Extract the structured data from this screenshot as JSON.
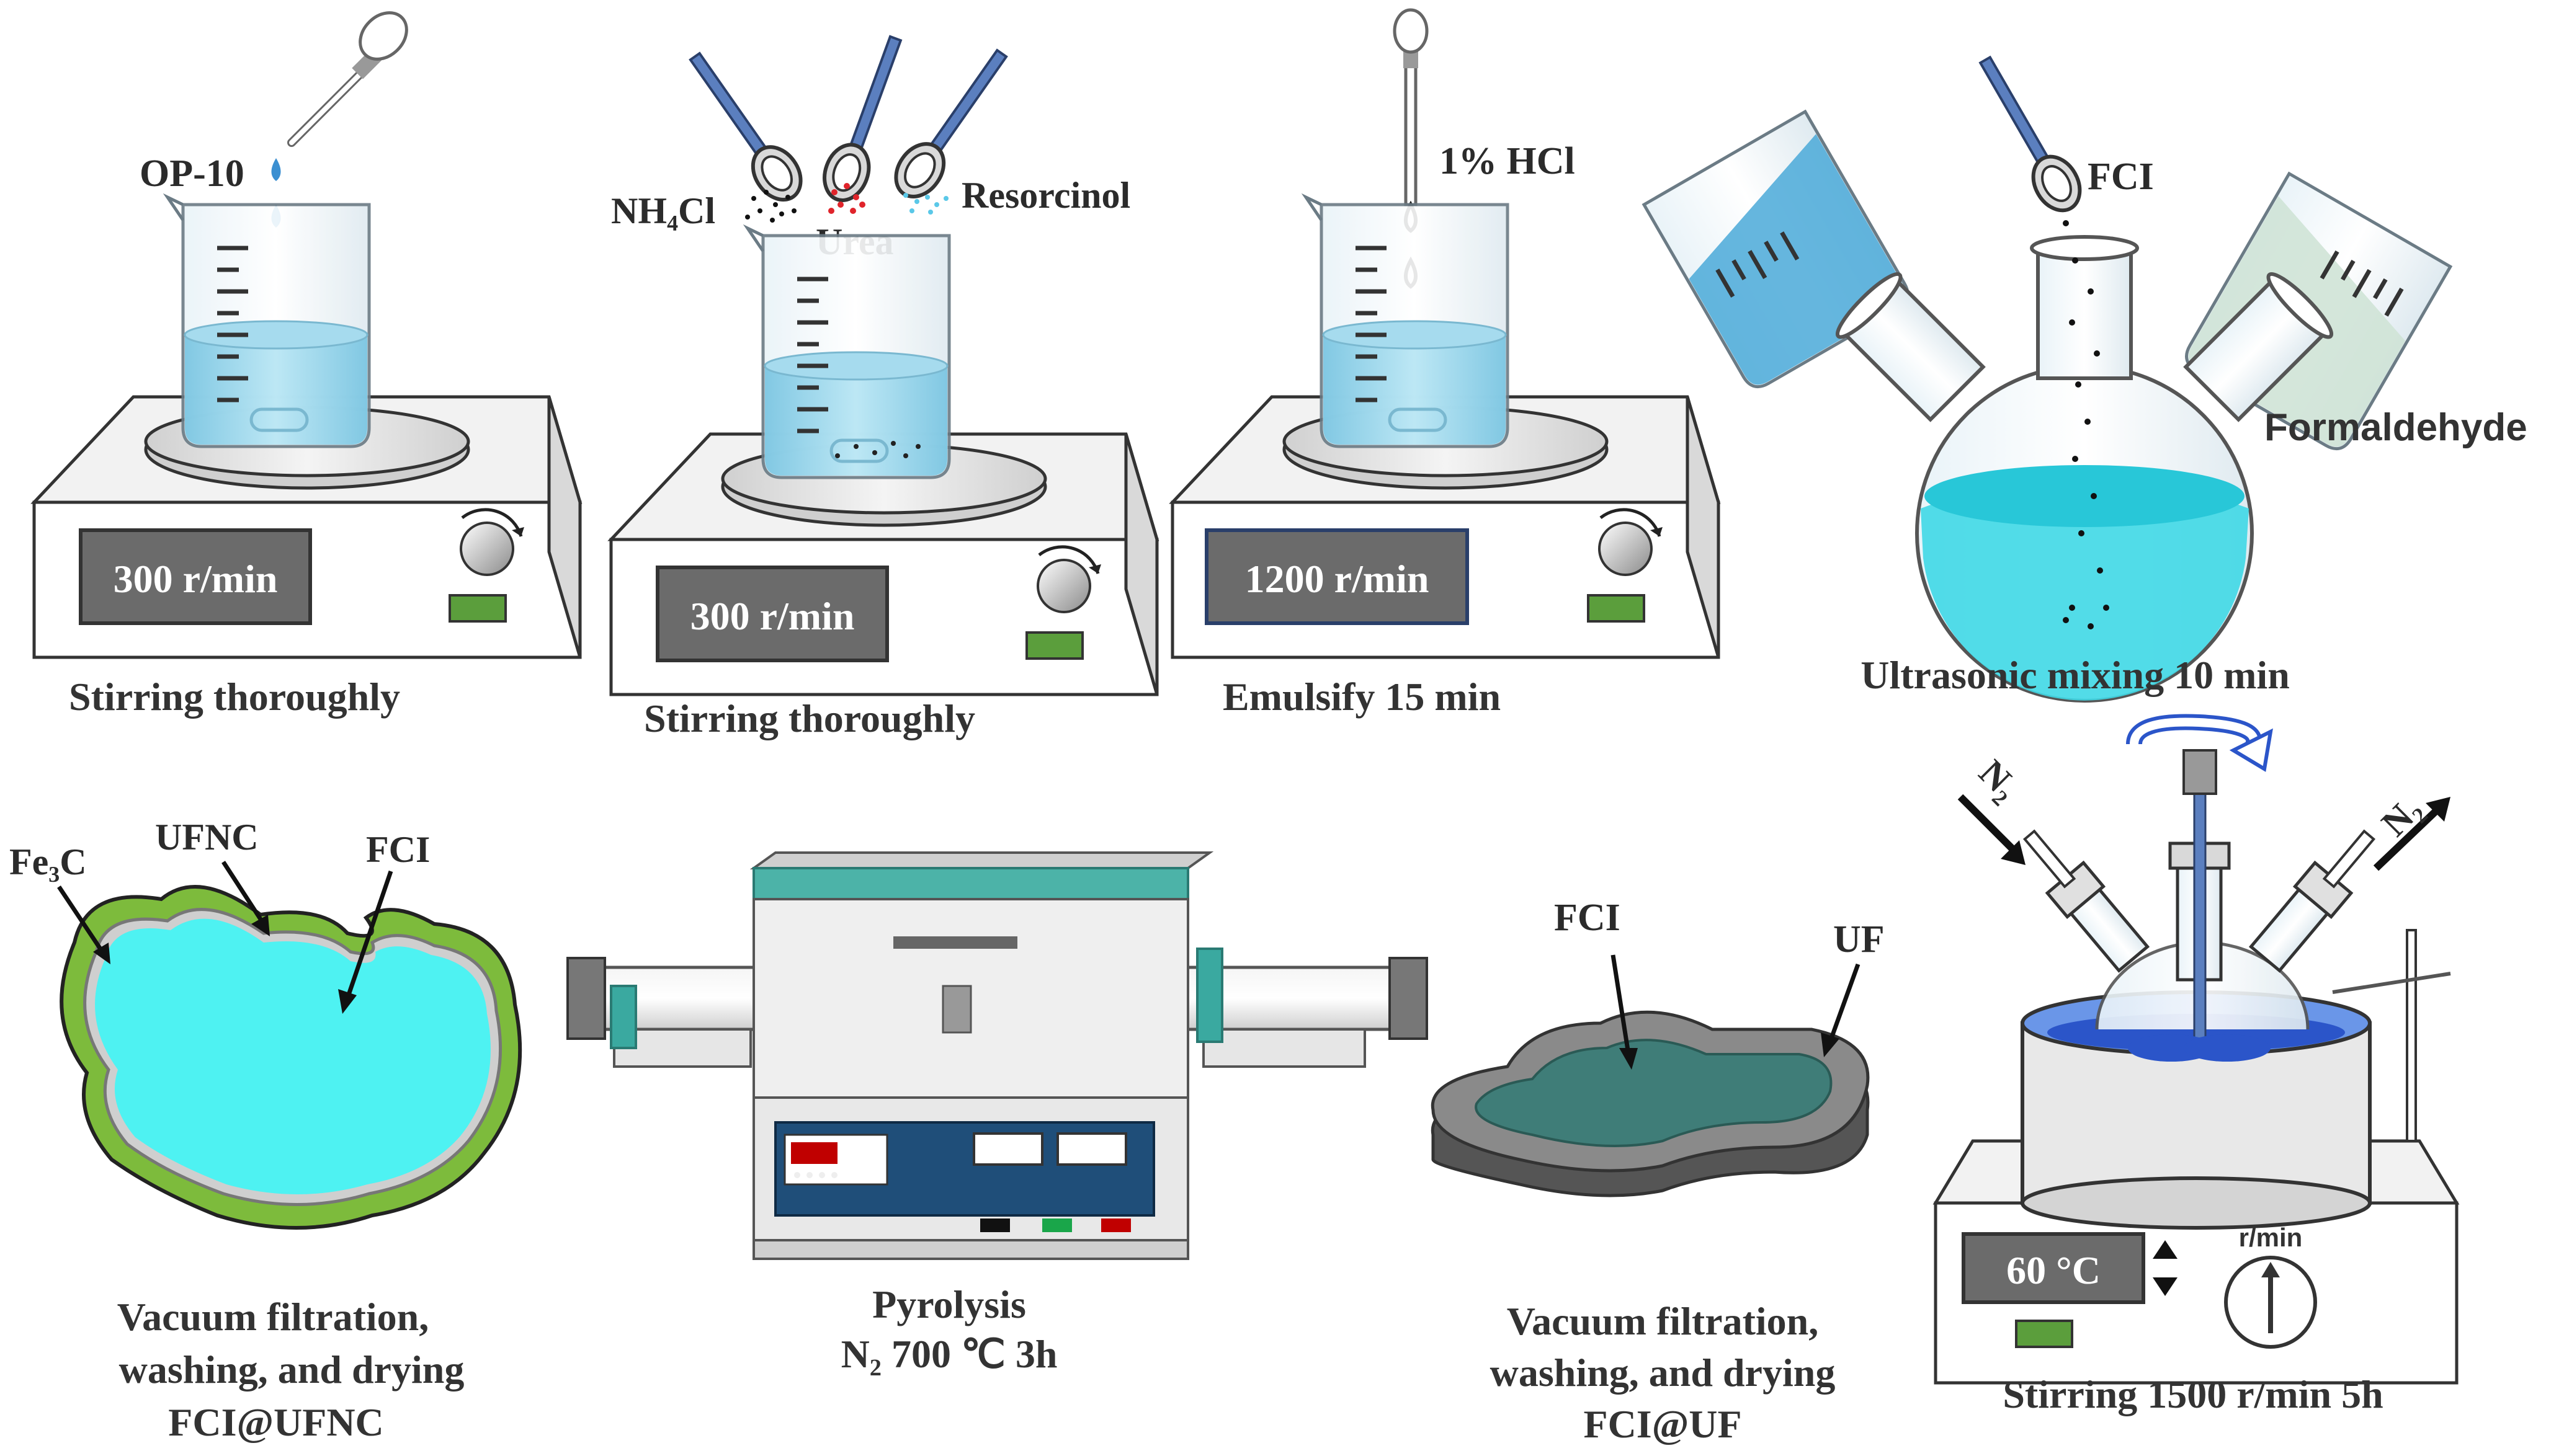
{
  "steps": [
    {
      "caption": "Stirring thoroughly",
      "display": "300 r/min",
      "reagent": "OP-10"
    },
    {
      "caption": "Stirring thoroughly",
      "display": "300 r/min",
      "reagents": [
        "NH₄Cl",
        "Urea",
        "Resorcinol"
      ]
    },
    {
      "caption": "Emulsify 15 min",
      "display": "1200 r/min",
      "reagent": "1% HCl"
    },
    {
      "caption": "Ultrasonic mixing 10 min",
      "reagents": [
        "FCI",
        "Formaldehyde"
      ]
    },
    {
      "caption": "Stirring 1500 r/min  5h",
      "display": "60 °C",
      "speed_label": "r/min",
      "gas_in": "N₂",
      "gas_out": "N₂"
    },
    {
      "caption_lines": [
        "Vacuum filtration,",
        "washing, and drying",
        "FCI@UF"
      ],
      "labels": [
        "FCI",
        "UF"
      ]
    },
    {
      "caption_lines": [
        "Pyrolysis",
        "N₂   700 ℃   3h"
      ]
    },
    {
      "caption_lines": [
        "Vacuum filtration,",
        "washing, and drying",
        "FCI@UFNC"
      ],
      "labels": [
        "Fe₃C",
        "UFNC",
        "FCI"
      ]
    }
  ],
  "colors": {
    "liquid": "#8fd3ea",
    "cyan": "#4ef2f2",
    "green_shell": "#7dbb3c",
    "dark_teal": "#3f7d78",
    "furnace_blue": "#1f4e79",
    "panel_dark": "#6b6b6b"
  }
}
